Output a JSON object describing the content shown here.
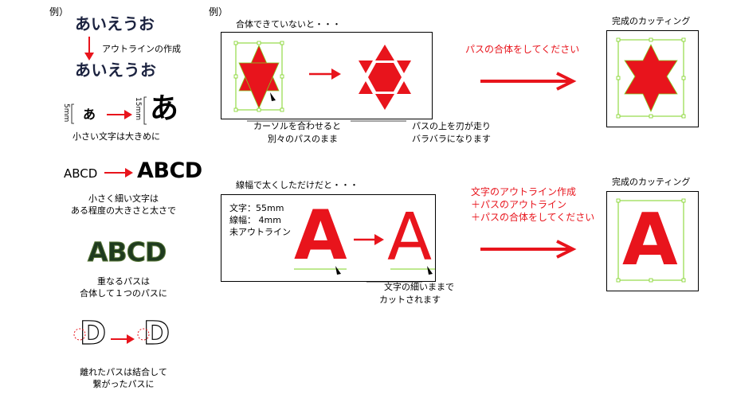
{
  "left": {
    "rei_label": "例）",
    "hiragana": "あいえうお",
    "outline_label": "アウトラインの作成",
    "hiragana_outlined": "あいえうお",
    "small_char": "あ",
    "big_char": "あ",
    "dim_small": "5mm",
    "dim_big": "15mm",
    "caption_small_text": "小さい文字は大きめに",
    "abcd_thin": "ABCD",
    "abcd_bold": "ABCD",
    "caption_thin_1": "小さく細い文字は",
    "caption_thin_2": "ある程度の大きさと太さで",
    "abcd_outline": "ABCD",
    "caption_overlap_1": "重なるパスは",
    "caption_overlap_2": "合体して１つのパスに",
    "d_letter_1": "D",
    "d_letter_2": "D",
    "caption_separated_1": "離れたパスは結合して",
    "caption_separated_2": "繋がったパスに"
  },
  "top": {
    "rei_label": "例）",
    "box_title": "合体できていないと・・・",
    "note_cursor_1": "カーソルを合わせると",
    "note_cursor_2": "別々のパスのまま",
    "note_blade_1": "パスの上を刃が走り",
    "note_blade_2": "バラバラになります",
    "instruction": "パスの合体をしてください",
    "result_title": "完成のカッティング"
  },
  "bottom": {
    "box_title": "線幅で太くしただけだと・・・",
    "spec_1": "文字：55mm",
    "spec_2": "線幅：  4mm",
    "spec_3": "未アウトライン",
    "letter_1": "A",
    "letter_2": "A",
    "letter_3": "A",
    "note_1": "文字の細いままで",
    "note_2": "カットされます",
    "instruction_1": "文字のアウトライン作成",
    "instruction_2": "＋パスのアウトライン",
    "instruction_3": "＋パスの合体をしてください",
    "result_title": "完成のカッティング"
  },
  "colors": {
    "accent_red": "#e8141c",
    "guide_green": "#7ed321",
    "navy": "#1c2340"
  }
}
